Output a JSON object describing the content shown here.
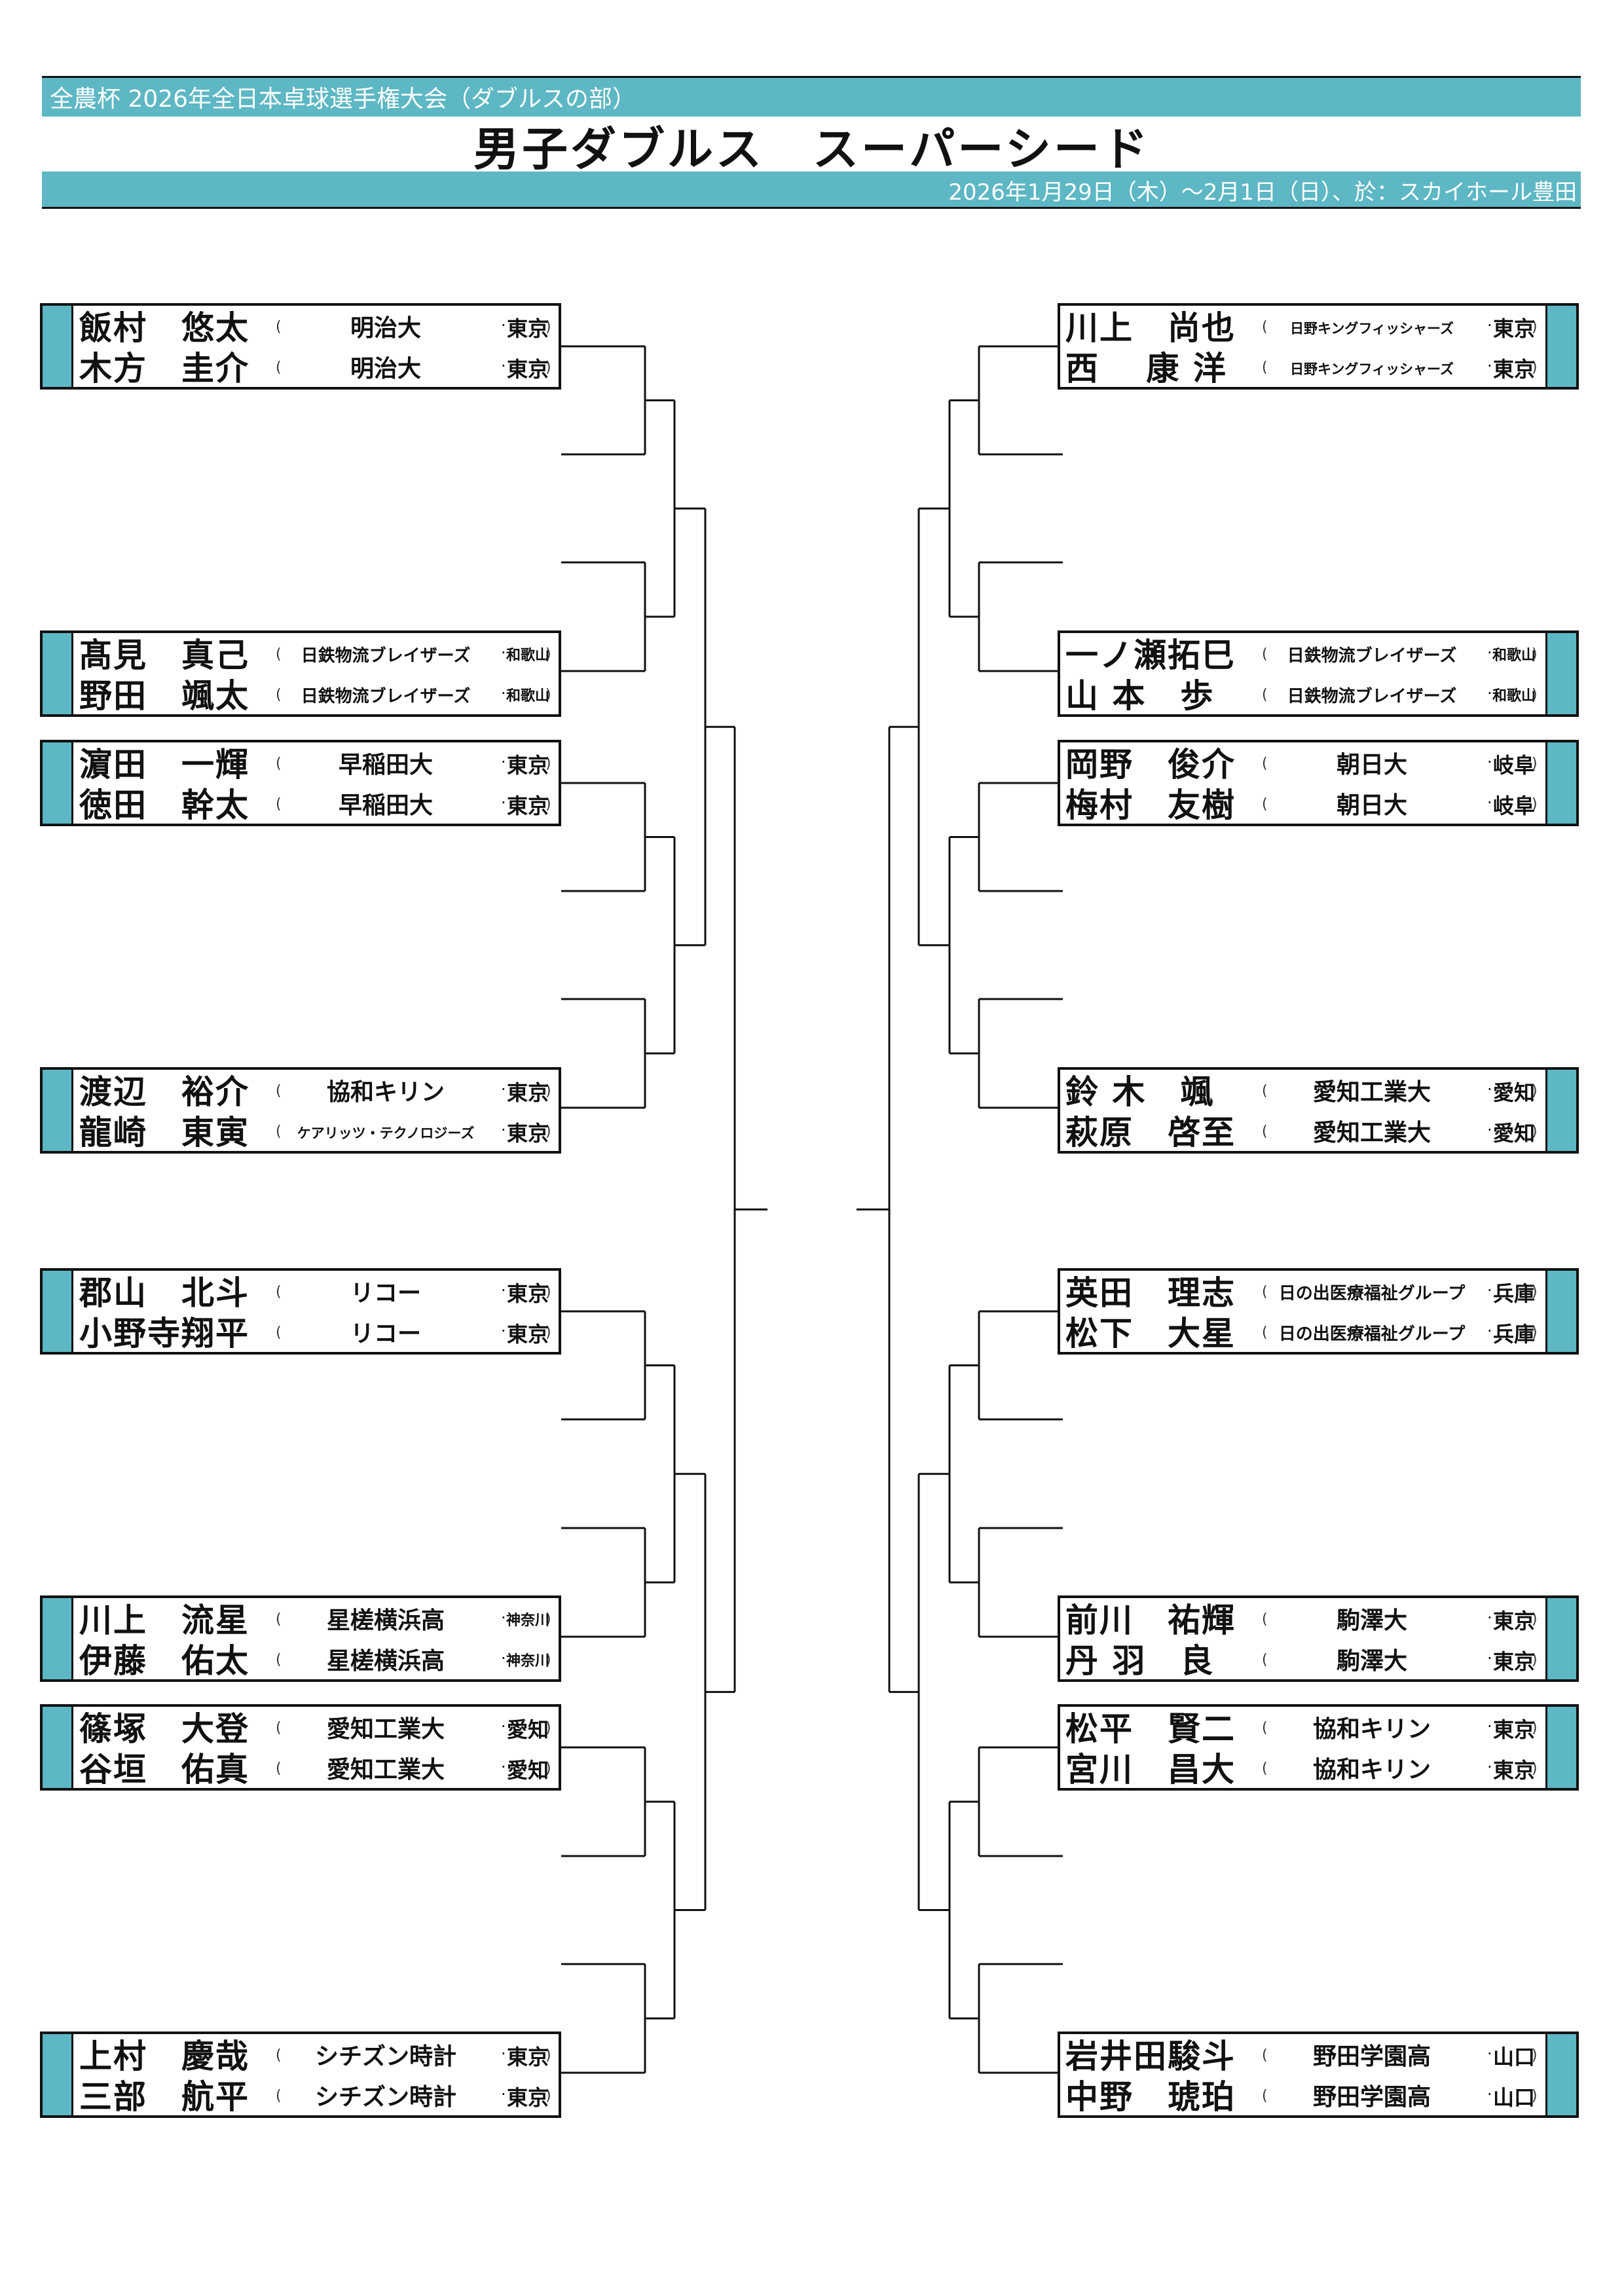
{
  "header": {
    "subtitle": "全農杯 2026年全日本卓球選手権大会（ダブルスの部）",
    "title": "男子ダブルス　スーパーシード",
    "dateline": "2026年1月29日（木）～2月1日（日）、於：スカイホール豊田",
    "accent_color": "#5db7c4"
  },
  "left_entries": [
    {
      "p1": {
        "name": "飯村　悠太",
        "club": "明治大",
        "pref": "東京"
      },
      "p2": {
        "name": "木方　圭介",
        "club": "明治大",
        "pref": "東京"
      }
    },
    {
      "p1": {
        "name": "髙見　真己",
        "club": "日鉄物流ブレイザーズ",
        "pref": "和歌山"
      },
      "p2": {
        "name": "野田　颯太",
        "club": "日鉄物流ブレイザーズ",
        "pref": "和歌山"
      }
    },
    {
      "p1": {
        "name": "濵田　一輝",
        "club": "早稲田大",
        "pref": "東京"
      },
      "p2": {
        "name": "徳田　幹太",
        "club": "早稲田大",
        "pref": "東京"
      }
    },
    {
      "p1": {
        "name": "渡辺　裕介",
        "club": "協和キリン",
        "pref": "東京"
      },
      "p2": {
        "name": "龍崎　東寅",
        "club": "ケアリッツ・テクノロジーズ",
        "pref": "東京"
      }
    },
    {
      "p1": {
        "name": "郡山　北斗",
        "club": "リコー",
        "pref": "東京"
      },
      "p2": {
        "name": "小野寺翔平",
        "club": "リコー",
        "pref": "東京"
      }
    },
    {
      "p1": {
        "name": "川上　流星",
        "club": "星槎横浜高",
        "pref": "神奈川"
      },
      "p2": {
        "name": "伊藤　佑太",
        "club": "星槎横浜高",
        "pref": "神奈川"
      }
    },
    {
      "p1": {
        "name": "篠塚　大登",
        "club": "愛知工業大",
        "pref": "愛知"
      },
      "p2": {
        "name": "谷垣　佑真",
        "club": "愛知工業大",
        "pref": "愛知"
      }
    },
    {
      "p1": {
        "name": "上村　慶哉",
        "club": "シチズン時計",
        "pref": "東京"
      },
      "p2": {
        "name": "三部　航平",
        "club": "シチズン時計",
        "pref": "東京"
      }
    }
  ],
  "right_entries": [
    {
      "p1": {
        "name": "川上　尚也",
        "club": "日野キングフィッシャーズ",
        "pref": "東京"
      },
      "p2": {
        "name": "西　 康 洋",
        "club": "日野キングフィッシャーズ",
        "pref": "東京"
      }
    },
    {
      "p1": {
        "name": "一ノ瀬拓巳",
        "club": "日鉄物流ブレイザーズ",
        "pref": "和歌山"
      },
      "p2": {
        "name": "山 本　歩",
        "club": "日鉄物流ブレイザーズ",
        "pref": "和歌山"
      }
    },
    {
      "p1": {
        "name": "岡野　俊介",
        "club": "朝日大",
        "pref": "岐阜"
      },
      "p2": {
        "name": "梅村　友樹",
        "club": "朝日大",
        "pref": "岐阜"
      }
    },
    {
      "p1": {
        "name": "鈴 木　颯",
        "club": "愛知工業大",
        "pref": "愛知"
      },
      "p2": {
        "name": "萩原　啓至",
        "club": "愛知工業大",
        "pref": "愛知"
      }
    },
    {
      "p1": {
        "name": "英田　理志",
        "club": "日の出医療福祉グループ",
        "pref": "兵庫"
      },
      "p2": {
        "name": "松下　大星",
        "club": "日の出医療福祉グループ",
        "pref": "兵庫"
      }
    },
    {
      "p1": {
        "name": "前川　祐輝",
        "club": "駒澤大",
        "pref": "東京"
      },
      "p2": {
        "name": "丹 羽　良",
        "club": "駒澤大",
        "pref": "東京"
      }
    },
    {
      "p1": {
        "name": "松平　賢二",
        "club": "協和キリン",
        "pref": "東京"
      },
      "p2": {
        "name": "宮川　昌大",
        "club": "協和キリン",
        "pref": "東京"
      }
    },
    {
      "p1": {
        "name": "岩井田駿斗",
        "club": "野田学園高",
        "pref": "山口"
      },
      "p2": {
        "name": "中野　琥珀",
        "club": "野田学園高",
        "pref": "山口"
      }
    }
  ],
  "labels": {
    "open_paren": "(",
    "close_paren": ")",
    "separator": "·"
  }
}
